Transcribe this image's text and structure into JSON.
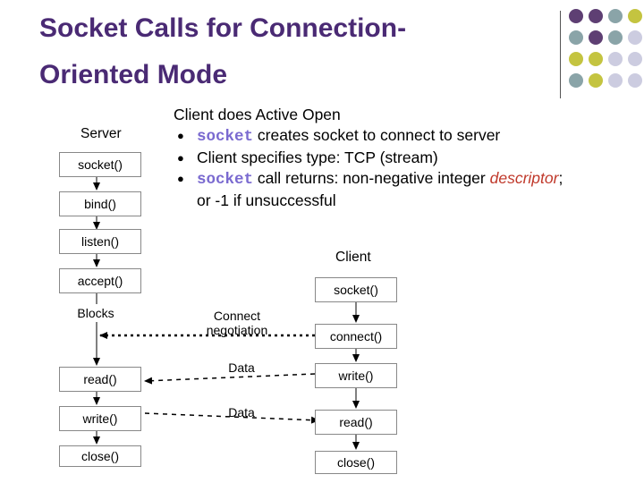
{
  "title": {
    "line1": "Socket Calls for Connection-",
    "line2": "Oriented Mode"
  },
  "decoration": {
    "dot_colors": {
      "purple": "#5e3f73",
      "slate": "#8aa4a8",
      "olive": "#c4c440",
      "lavender": "#cccce0"
    }
  },
  "bullets": {
    "heading": "Client does Active Open",
    "item1_code": "socket",
    "item1_text": " creates socket to connect to server",
    "item2_text": "Client specifies type: TCP (stream)",
    "item3_code": "socket",
    "item3_text": " call returns:  non-negative integer ",
    "item3_emph": "descriptor",
    "item3_end": ";",
    "item3_cont": "or -1 if unsuccessful"
  },
  "server": {
    "label": "Server",
    "socket": "socket()",
    "bind": "bind()",
    "listen": "listen()",
    "accept": "accept()",
    "blocks": "Blocks",
    "read": "read()",
    "write": "write()",
    "close": "close()"
  },
  "client": {
    "label": "Client",
    "socket": "socket()",
    "connect": "connect()",
    "write": "write()",
    "read": "read()",
    "close": "close()"
  },
  "messages": {
    "connect_line1": "Connect",
    "connect_line2": "negotiation",
    "data1": "Data",
    "data2": "Data"
  }
}
